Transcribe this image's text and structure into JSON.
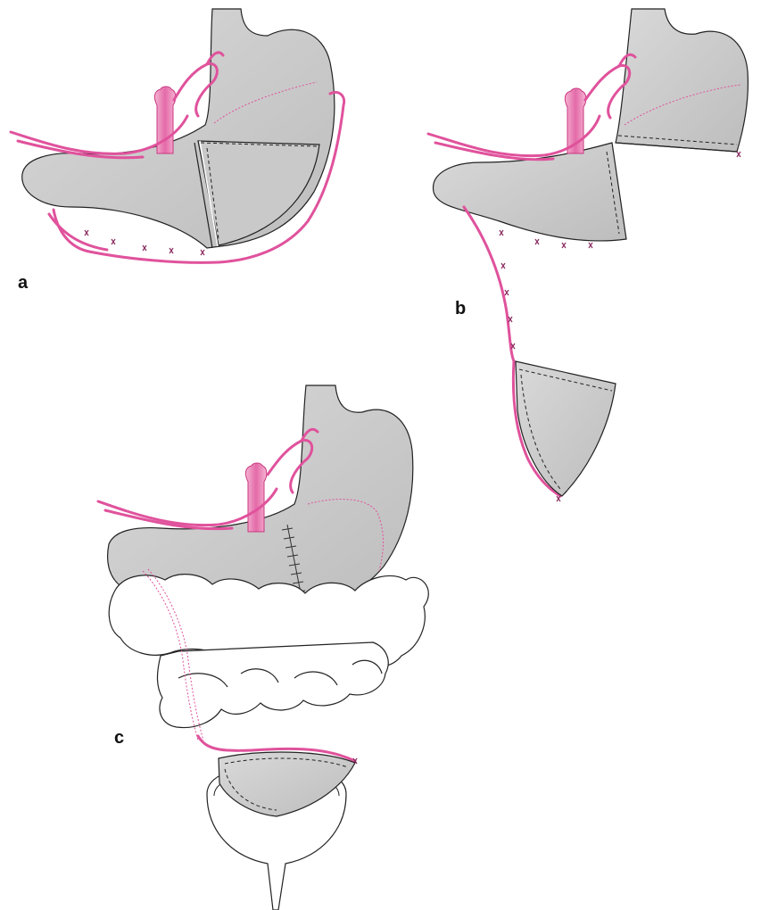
{
  "panels": {
    "a": {
      "label": "a"
    },
    "b": {
      "label": "b"
    },
    "c": {
      "label": "c"
    }
  },
  "colors": {
    "vessel": "#e0529c",
    "vessel_light": "#f3a6cc",
    "organ_fill": "#d4d4d4",
    "organ_fill_dark": "#c4c4c4",
    "outline": "#222222",
    "background": "#ffffff"
  }
}
